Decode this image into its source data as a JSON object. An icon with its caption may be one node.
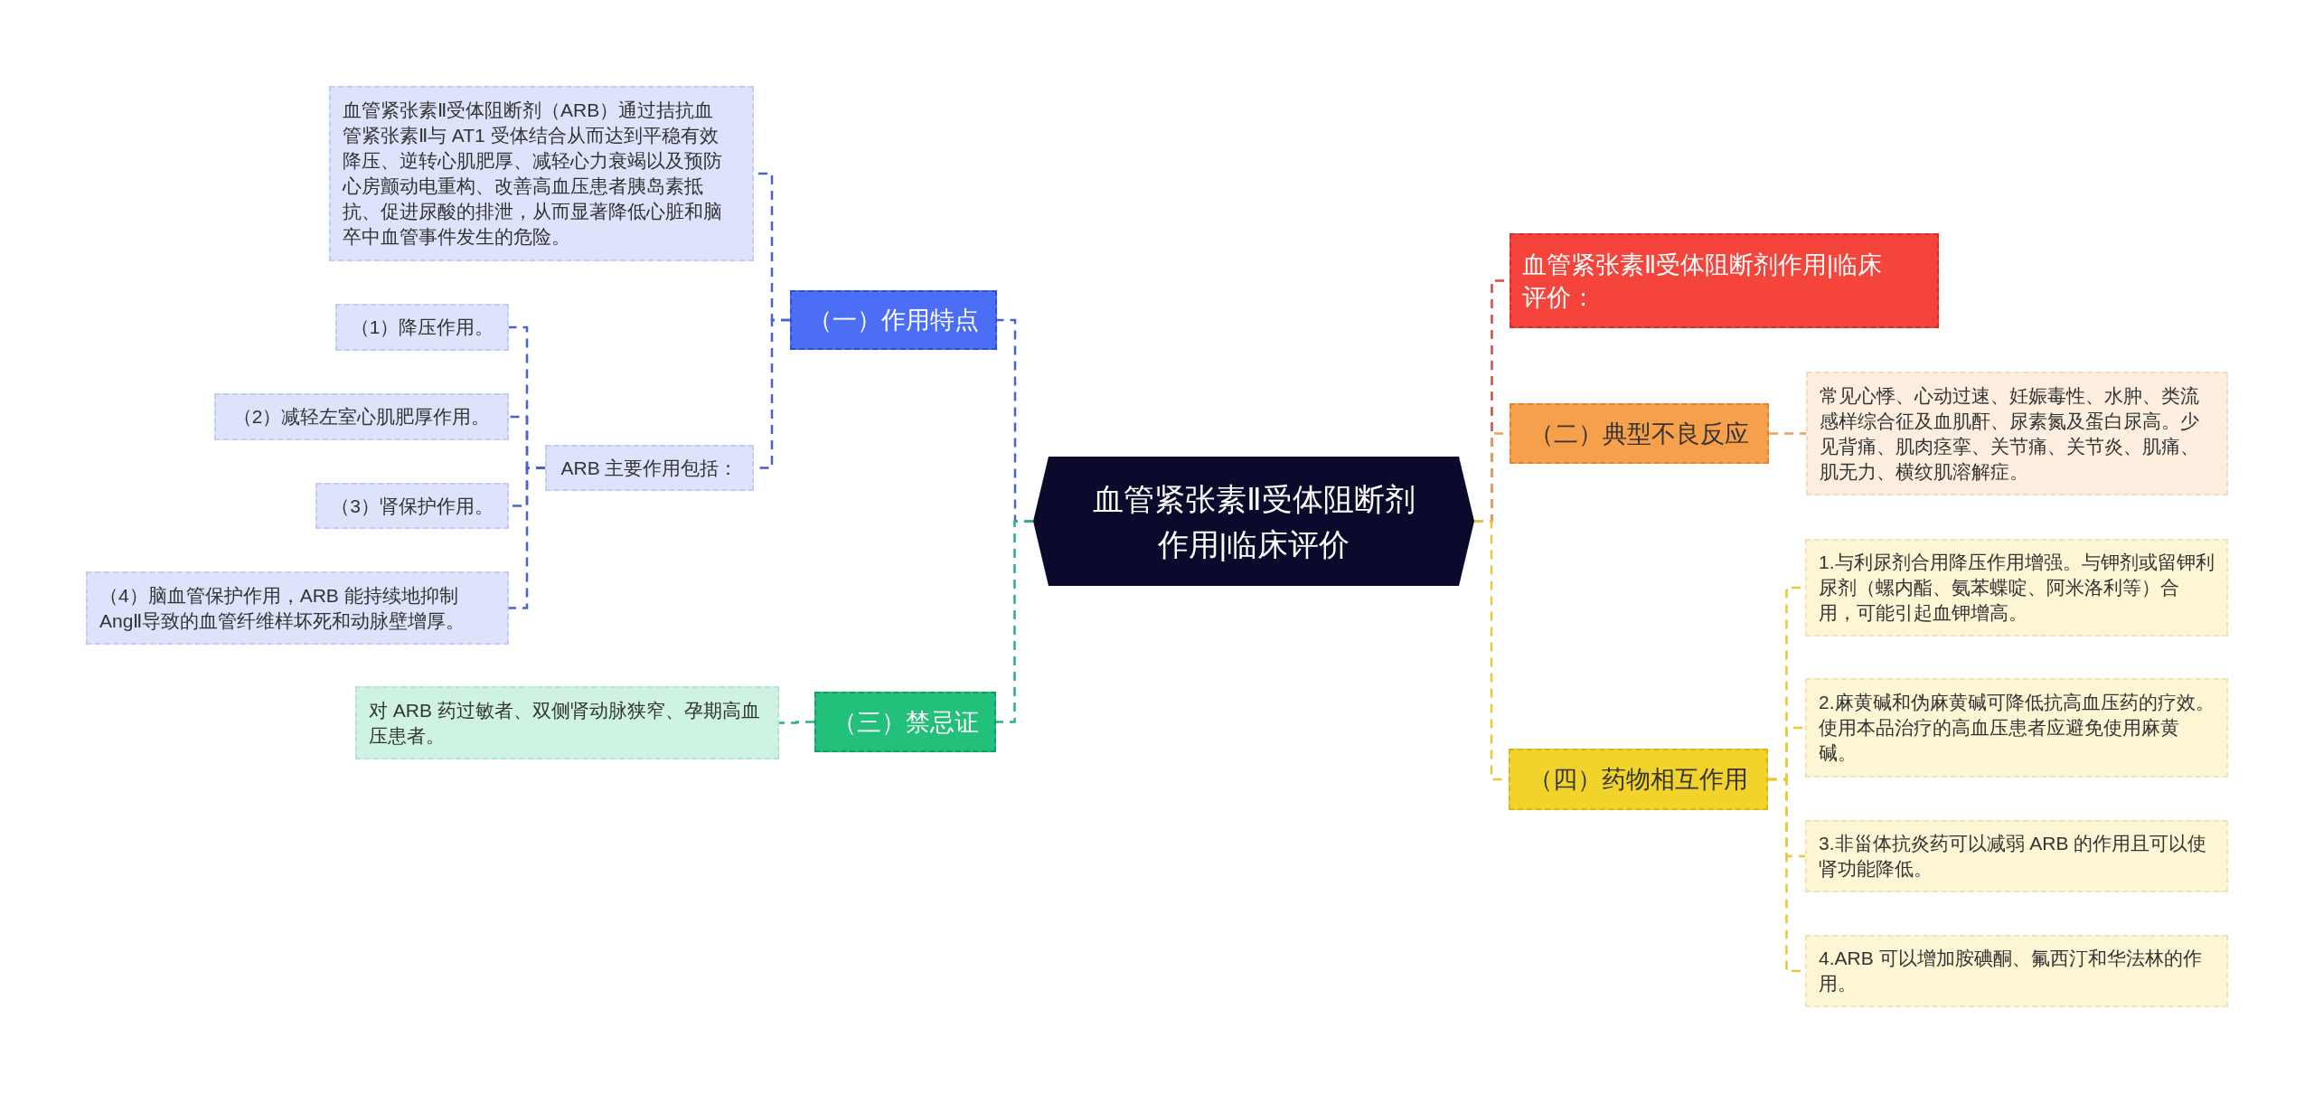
{
  "diagram": {
    "nodes": [
      {
        "text": [
          "血管紧张素Ⅱ受体阻断剂作用|临床评价"
        ]
      },
      {
        "text": [
          "（一）作用特点"
        ]
      },
      {
        "text": [
          "血管紧张素Ⅱ受体阻断剂（ARB）通过拮抗血管紧张素Ⅱ与 AT1 受体结合从而达到平稳有效降压、逆转心肌肥厚、减轻心力衰竭以及预防心房颤动电重构、改善高血压患者胰岛素抵抗、促进尿酸的排泄，从而显著降低心脏和脑卒中血管事件发生的危险。"
        ]
      },
      {
        "text": [
          "ARB 主要作用包括："
        ]
      },
      {
        "text": [
          "（1）降压作用。"
        ]
      },
      {
        "text": [
          "（2）减轻左室心肌肥厚作用。"
        ]
      },
      {
        "text": [
          "（3）肾保护作用。"
        ]
      },
      {
        "text": [
          "（4）脑血管保护作用，ARB 能持续地抑制 AngⅡ导致的血管纤维样坏死和动脉壁增厚。"
        ]
      },
      {
        "text": [
          "（三）禁忌证"
        ]
      },
      {
        "text": [
          "对 ARB 药过敏者、双侧肾动脉狭窄、孕期高血压患者。"
        ]
      },
      {
        "text": [
          "血管紧张素Ⅱ受体阻断剂作用|临床评价："
        ]
      },
      {
        "text": [
          "（二）典型不良反应"
        ]
      },
      {
        "text": [
          "常见心悸、心动过速、妊娠毒性、水肿、类流感样综合征及血肌酐、尿素氮及蛋白尿高。少见背痛、肌肉痉挛、关节痛、关节炎、肌痛、肌无力、横纹肌溶解症。"
        ]
      },
      {
        "text": [
          "（四）药物相互作用"
        ]
      },
      {
        "text": [
          "1.与利尿剂合用降压作用增强。与钾剂或留钾利尿剂（螺内酯、氨苯蝶啶、阿米洛利等）合用，可能引起血钾增高。"
        ]
      },
      {
        "text": [
          "2.麻黄碱和伪麻黄碱可降低抗高血压药的疗效。使用本品治疗的高血压患者应避免使用麻黄碱。"
        ]
      },
      {
        "text": [
          "3.非甾体抗炎药可以减弱 ARB 的作用且可以使肾功能降低。"
        ]
      },
      {
        "text": [
          "4.ARB 可以增加胺碘酮、氟西汀和华法林的作用。"
        ]
      }
    ],
    "edges": [
      {
        "from": 0,
        "to": 1,
        "arrow": "none",
        "style": "dashed",
        "color": "#4a61d0"
      },
      {
        "from": 1,
        "to": 2,
        "arrow": "none",
        "style": "dashed",
        "color": "#4a61d0"
      },
      {
        "from": 1,
        "to": 3,
        "arrow": "none",
        "style": "dashed",
        "color": "#4a61d0"
      },
      {
        "from": 3,
        "to": 4,
        "arrow": "none",
        "style": "dashed",
        "color": "#4a61d0"
      },
      {
        "from": 3,
        "to": 5,
        "arrow": "none",
        "style": "dashed",
        "color": "#4a61d0"
      },
      {
        "from": 3,
        "to": 6,
        "arrow": "none",
        "style": "dashed",
        "color": "#4a61d0"
      },
      {
        "from": 3,
        "to": 7,
        "arrow": "none",
        "style": "dashed",
        "color": "#4a61d0"
      },
      {
        "from": 0,
        "to": 8,
        "arrow": "none",
        "style": "dashed",
        "color": "#25b574"
      },
      {
        "from": 8,
        "to": 9,
        "arrow": "none",
        "style": "dashed",
        "color": "#25b574"
      },
      {
        "from": 0,
        "to": 10,
        "arrow": "none",
        "style": "dashed",
        "color": "#e0463c"
      },
      {
        "from": 0,
        "to": 11,
        "arrow": "none",
        "style": "dashed",
        "color": "#e9a057"
      },
      {
        "from": 11,
        "to": 12,
        "arrow": "none",
        "style": "dashed",
        "color": "#e9a057"
      },
      {
        "from": 0,
        "to": 13,
        "arrow": "none",
        "style": "dashed",
        "color": "#e6c934"
      },
      {
        "from": 13,
        "to": 14,
        "arrow": "none",
        "style": "dashed",
        "color": "#e6c934"
      },
      {
        "from": 13,
        "to": 15,
        "arrow": "none",
        "style": "dashed",
        "color": "#e6c934"
      },
      {
        "from": 13,
        "to": 16,
        "arrow": "none",
        "style": "dashed",
        "color": "#e6c934"
      },
      {
        "from": 13,
        "to": 17,
        "arrow": "none",
        "style": "dashed",
        "color": "#e6c934"
      }
    ]
  }
}
